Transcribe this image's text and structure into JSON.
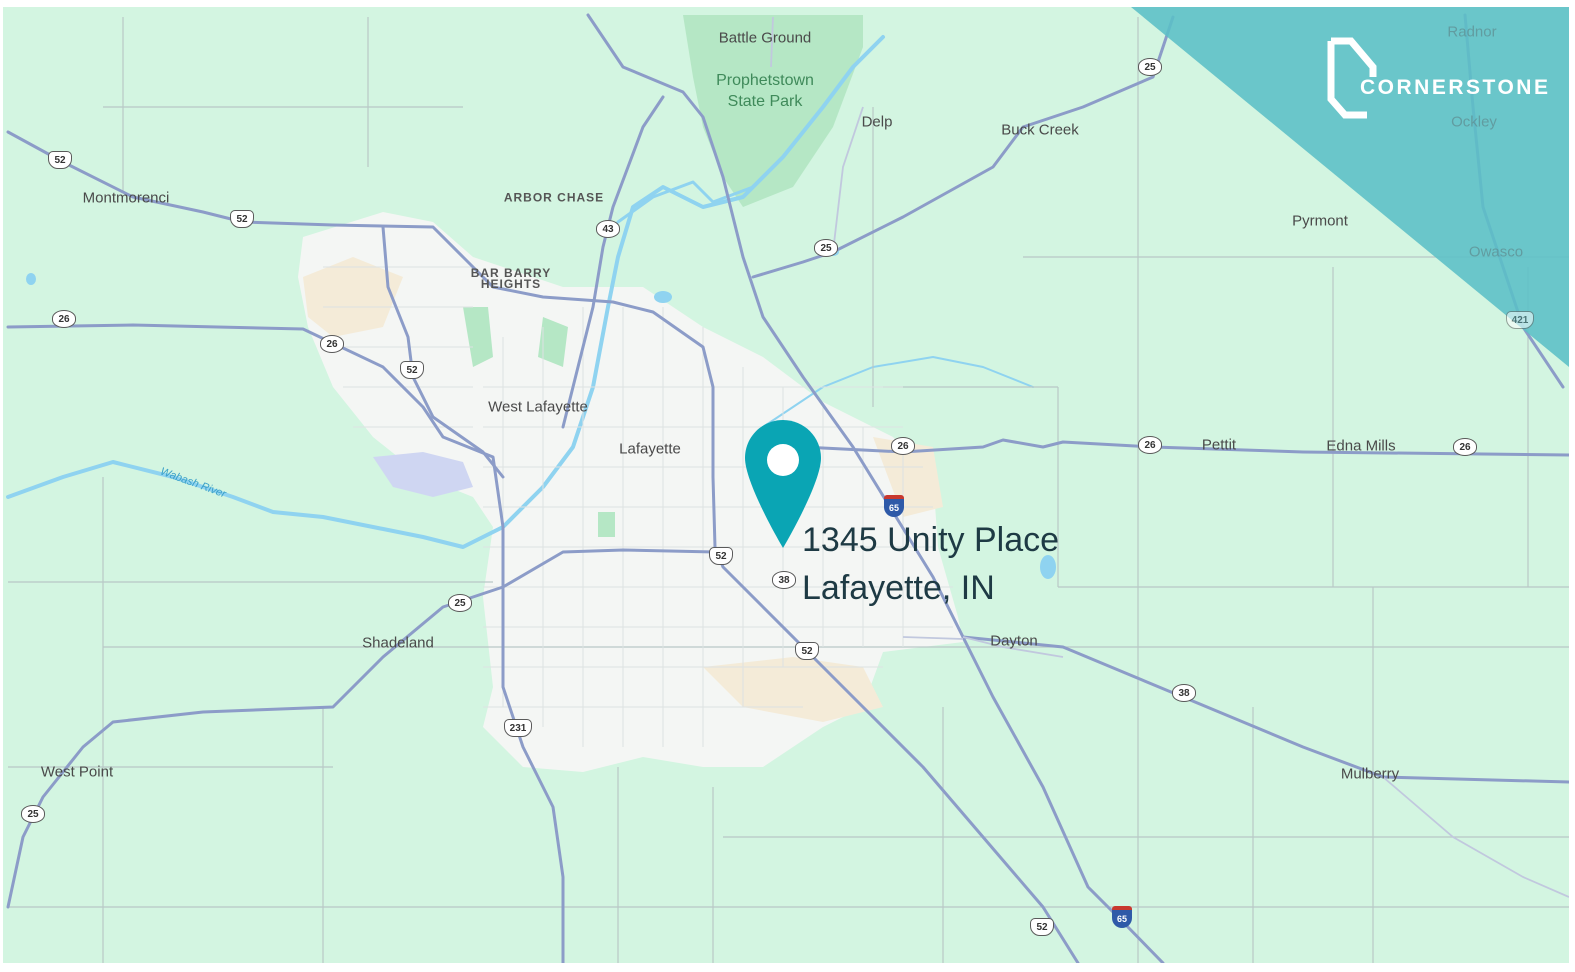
{
  "brand": {
    "name": "CORNERSTONE",
    "accent": "#5bbfc6"
  },
  "location": {
    "street": "1345 Unity Place",
    "city": "Lafayette, IN",
    "pin_color": "#0aa5b4"
  },
  "map_colors": {
    "land": "#d3f5e1",
    "urban": "#f4f6f4",
    "road": "#8c9cc8",
    "water": "#8fd3f0",
    "park": "#b5e7c5"
  },
  "places": {
    "battle_ground": "Battle Ground",
    "prophetstown_1": "Prophetstown",
    "prophetstown_2": "State Park",
    "delp": "Delp",
    "buck_creek": "Buck Creek",
    "radnor": "Radnor",
    "ockley": "Ockley",
    "pyrmont": "Pyrmont",
    "owasco": "Owasco",
    "montmorenci": "Montmorenci",
    "arbor_chase": "ARBOR CHASE",
    "bar_barry_1": "BAR BARRY",
    "bar_barry_2": "HEIGHTS",
    "west_lafayette": "West Lafayette",
    "lafayette": "Lafayette",
    "pettit": "Pettit",
    "edna_mills": "Edna Mills",
    "wabash_river": "Wabash River",
    "shadeland": "Shadeland",
    "dayton": "Dayton",
    "west_point": "West Point",
    "mulberry": "Mulberry"
  },
  "shields": {
    "s52_a": "52",
    "s52_b": "52",
    "s52_c": "52",
    "s52_d": "52",
    "s52_e": "52",
    "s52_f": "52",
    "s25_a": "25",
    "s25_b": "25",
    "s25_c": "25",
    "s25_d": "25",
    "s26_a": "26",
    "s26_b": "26",
    "s26_c": "26",
    "s26_d": "26",
    "s26_e": "26",
    "s43": "43",
    "s38_a": "38",
    "s38_b": "38",
    "s231": "231",
    "s421": "421",
    "i65_a": "65",
    "i65_b": "65"
  }
}
